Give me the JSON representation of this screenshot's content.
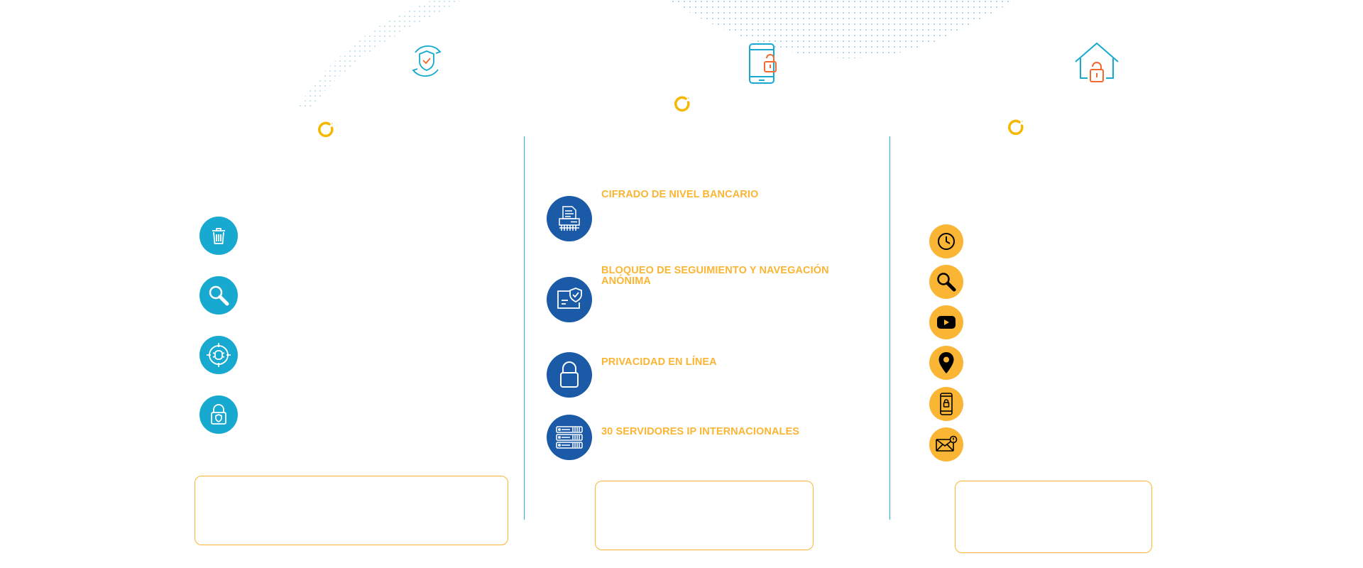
{
  "colors": {
    "teal": "#17a9cf",
    "navy": "#1a5aa6",
    "gold": "#fbb534",
    "orange": "#f26a2e",
    "divider": "#29b6d6"
  },
  "columns": [
    {
      "header_icon": "shield-sync-icon",
      "feature_icons": [
        "trash-icon",
        "magnifier-icon",
        "bug-target-icon",
        "padlock-shield-icon"
      ]
    },
    {
      "header_icon": "phone-lock-icon",
      "features": [
        {
          "icon": "server-document-icon",
          "label": "CIFRADO DE NIVEL BANCARIO"
        },
        {
          "icon": "id-shield-icon",
          "label": "BLOQUEO DE SEGUIMIENTO Y NAVEGACIÓN ANÓNIMA"
        },
        {
          "icon": "padlock-icon",
          "label": "PRIVACIDAD EN LÍNEA"
        },
        {
          "icon": "servers-icon",
          "label": "30 SERVIDORES IP INTERNACIONALES"
        }
      ]
    },
    {
      "header_icon": "house-lock-icon",
      "feature_icons": [
        "clock-icon",
        "search-icon",
        "youtube-icon",
        "location-pin-icon",
        "phone-lock-icon",
        "mail-alert-icon"
      ]
    }
  ]
}
